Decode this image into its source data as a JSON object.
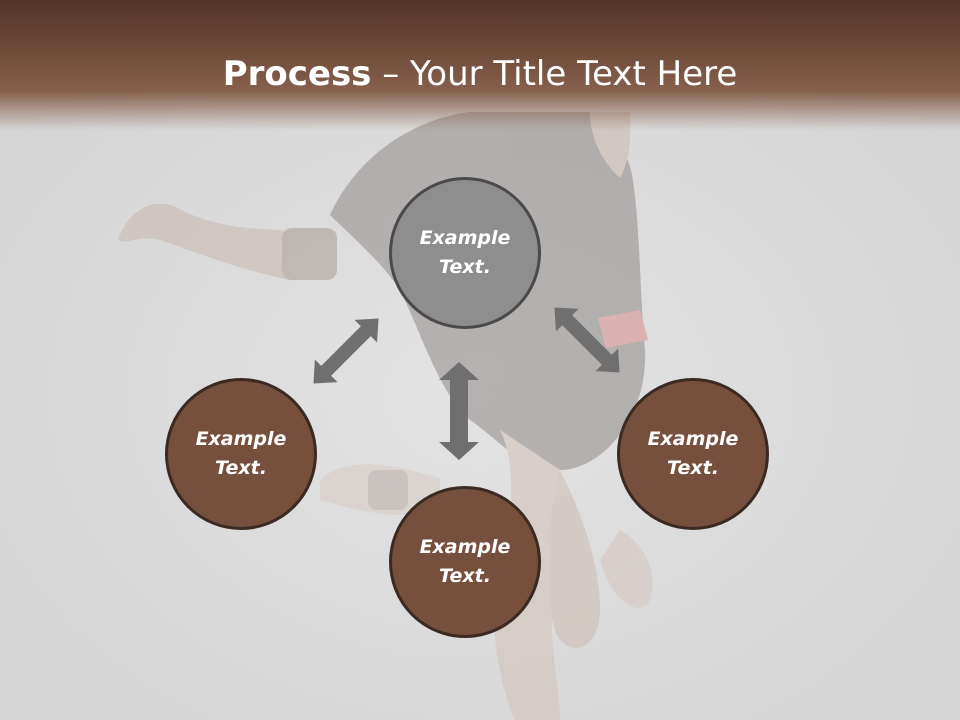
{
  "slide": {
    "title_bold": "Process",
    "title_rest": " – Your Title Text Here"
  },
  "nodes": {
    "top": "Example Text.",
    "left": "Example Text.",
    "right": "Example Text.",
    "bottom": "Example Text."
  },
  "colors": {
    "header": "#6e4a38",
    "node_brown": "#774f3d",
    "node_gray": "#8e8e8e",
    "arrow": "#6f6f6f",
    "background": "#dcdcdc"
  }
}
